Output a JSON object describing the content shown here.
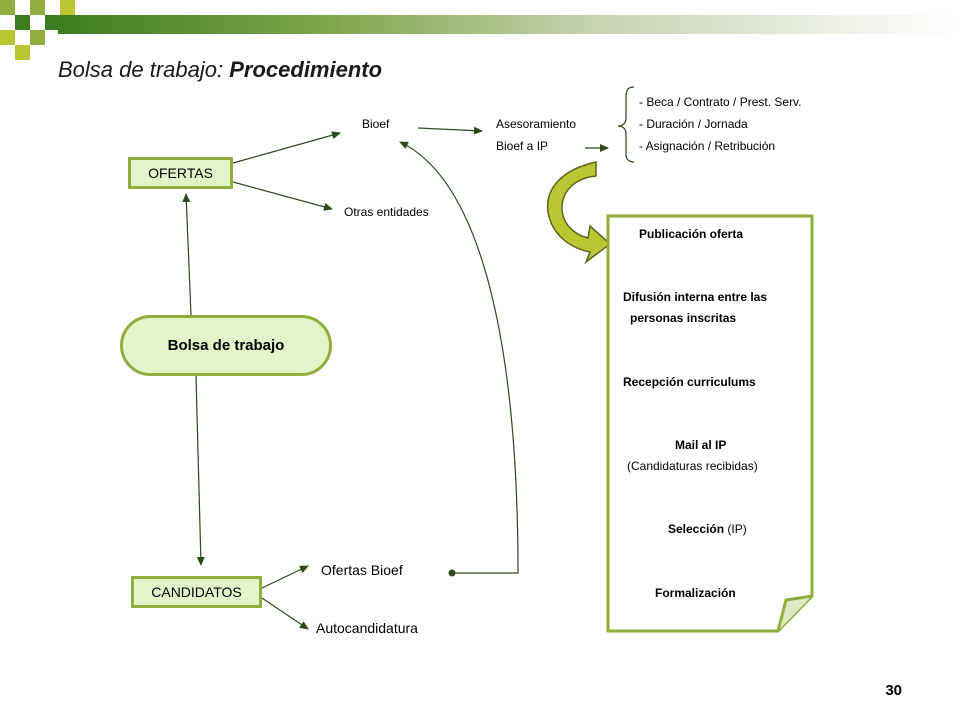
{
  "title": {
    "prefix": "Bolsa de trabajo: ",
    "emphasis": "Procedimiento"
  },
  "nodes": {
    "bolsa": "Bolsa de trabajo",
    "ofertas": "OFERTAS",
    "candidatos": "CANDIDATOS",
    "bioef": "Bioef",
    "otras_entidades": "Otras entidades",
    "asesoramiento": "Asesoramiento",
    "bioef_a_ip": "Bioef a IP",
    "ofertas_bioef": "Ofertas Bioef",
    "autocandidatura": "Autocandidatura"
  },
  "conditions": [
    "- Beca / Contrato / Prest. Serv.",
    "- Duración /  Jornada",
    "- Asignación / Retribución"
  ],
  "steps": {
    "publicacion": "Publicación oferta",
    "difusion_1": "Difusión  interna entre las",
    "difusion_2": "personas inscritas",
    "recepcion": "Recepción curriculums",
    "mail": "Mail al IP",
    "mail_sub": "(Candidaturas recibidas)",
    "seleccion": "Selección",
    "seleccion_sub": " (IP)",
    "formalizacion": "Formalización"
  },
  "page_number": "30",
  "colors": {
    "accent": "#8fae3e",
    "fill": "#e4f4c9",
    "arrow": "#2d4a1a",
    "curl": "#b9c733"
  }
}
